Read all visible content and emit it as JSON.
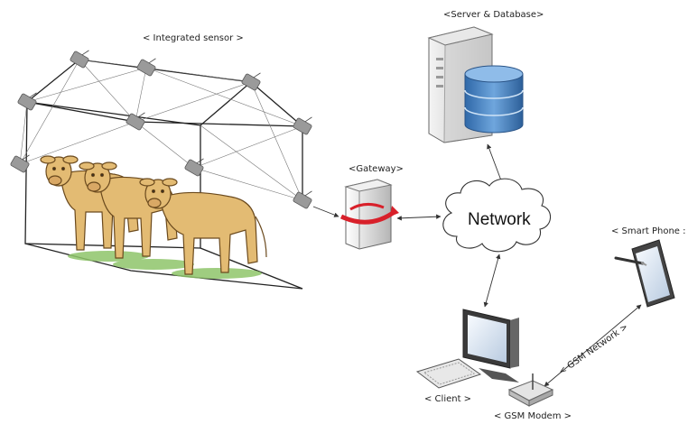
{
  "labels": {
    "integrated_sensor": "< Integrated sensor >",
    "server_database": "<Server & Database>",
    "gateway": "<Gateway>",
    "network": "Network",
    "smart_phone": "< Smart Phone :",
    "client": "< Client >",
    "gsm_modem": "< GSM Modem >",
    "gsm_network": "< GSM Network >"
  },
  "icons": {
    "sensor": "sensor-node-icon",
    "server": "server-icon",
    "database": "database-icon",
    "gateway": "gateway-icon",
    "cloud": "cloud-icon",
    "monitor": "monitor-icon",
    "keyboard": "keyboard-icon",
    "modem": "modem-icon",
    "phone": "smartphone-icon",
    "cow": "cow-icon"
  },
  "colors": {
    "line": "#333333",
    "sensor": "#9a9a9a",
    "cow": "#e3bb73",
    "database": "#3f7bbf",
    "gateway_arrow": "#d8202a",
    "grass": "#8fc56a"
  }
}
